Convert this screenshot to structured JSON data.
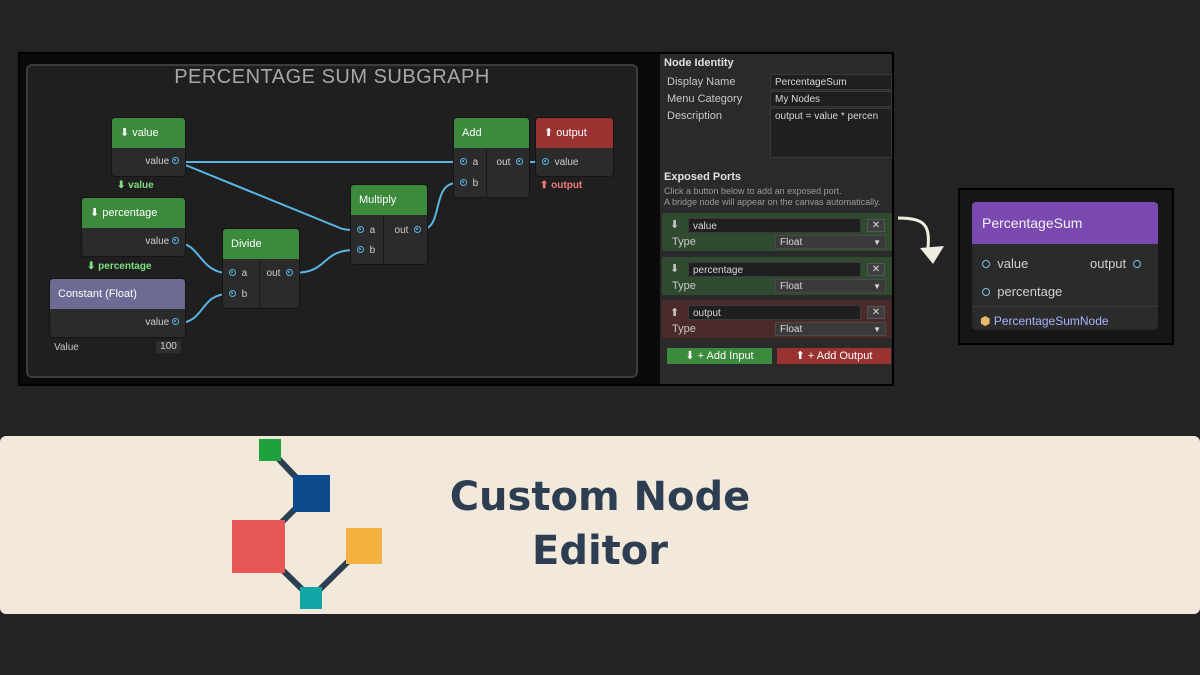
{
  "graph": {
    "title": "PERCENTAGE SUM SUBGRAPH",
    "nodes": {
      "value_in": {
        "title": "⬇ value",
        "port": "value",
        "label_below": "⬇ value"
      },
      "percentage_in": {
        "title": "⬇ percentage",
        "port": "value",
        "label_below": "⬇ percentage"
      },
      "constant": {
        "title": "Constant (Float)",
        "port": "value",
        "field_label": "Value",
        "field_value": "100"
      },
      "divide": {
        "title": "Divide",
        "in_a": "a",
        "in_b": "b",
        "out": "out"
      },
      "multiply": {
        "title": "Multiply",
        "in_a": "a",
        "in_b": "b",
        "out": "out"
      },
      "add": {
        "title": "Add",
        "in_a": "a",
        "in_b": "b",
        "out": "out"
      },
      "output": {
        "title": "⬆ output",
        "port": "value",
        "label_below": "⬆ output"
      }
    }
  },
  "inspector": {
    "identity_heading": "Node Identity",
    "display_name_label": "Display Name",
    "display_name_value": "PercentageSum",
    "menu_category_label": "Menu Category",
    "menu_category_value": "My Nodes",
    "description_label": "Description",
    "description_value": "output = value * percen",
    "exposed_heading": "Exposed Ports",
    "hint_line1": "Click a button below to add an exposed port.",
    "hint_line2": "A bridge node will appear on the canvas automatically.",
    "ports": [
      {
        "arrow": "⬇",
        "name": "value",
        "type_label": "Type",
        "type_value": "Float",
        "remove": "✕"
      },
      {
        "arrow": "⬇",
        "name": "percentage",
        "type_label": "Type",
        "type_value": "Float",
        "remove": "✕"
      },
      {
        "arrow": "⬆",
        "name": "output",
        "type_label": "Type",
        "type_value": "Float",
        "remove": "✕"
      }
    ],
    "add_input_label": "⬇ + Add Input",
    "add_output_label": "⬆ + Add Output"
  },
  "preview": {
    "title": "PercentageSum",
    "inputs": [
      "value",
      "percentage"
    ],
    "output": "output",
    "footer": "PercentageSumNode"
  },
  "banner": {
    "title_line1": "Custom Node",
    "title_line2": "Editor"
  },
  "colors": {
    "green_header": "#3c8a3c",
    "red_header": "#9a3232",
    "constant_header": "#6d6a93",
    "preview_header": "#7a49b0",
    "wire": "#5ab6e6",
    "banner_bg": "#f3e9da",
    "banner_text": "#2e3e52",
    "logo_green": "#1fa13b",
    "logo_blue": "#0d4a8c",
    "logo_red": "#e85757",
    "logo_yellow": "#f5b140",
    "logo_teal": "#14a6a6"
  }
}
